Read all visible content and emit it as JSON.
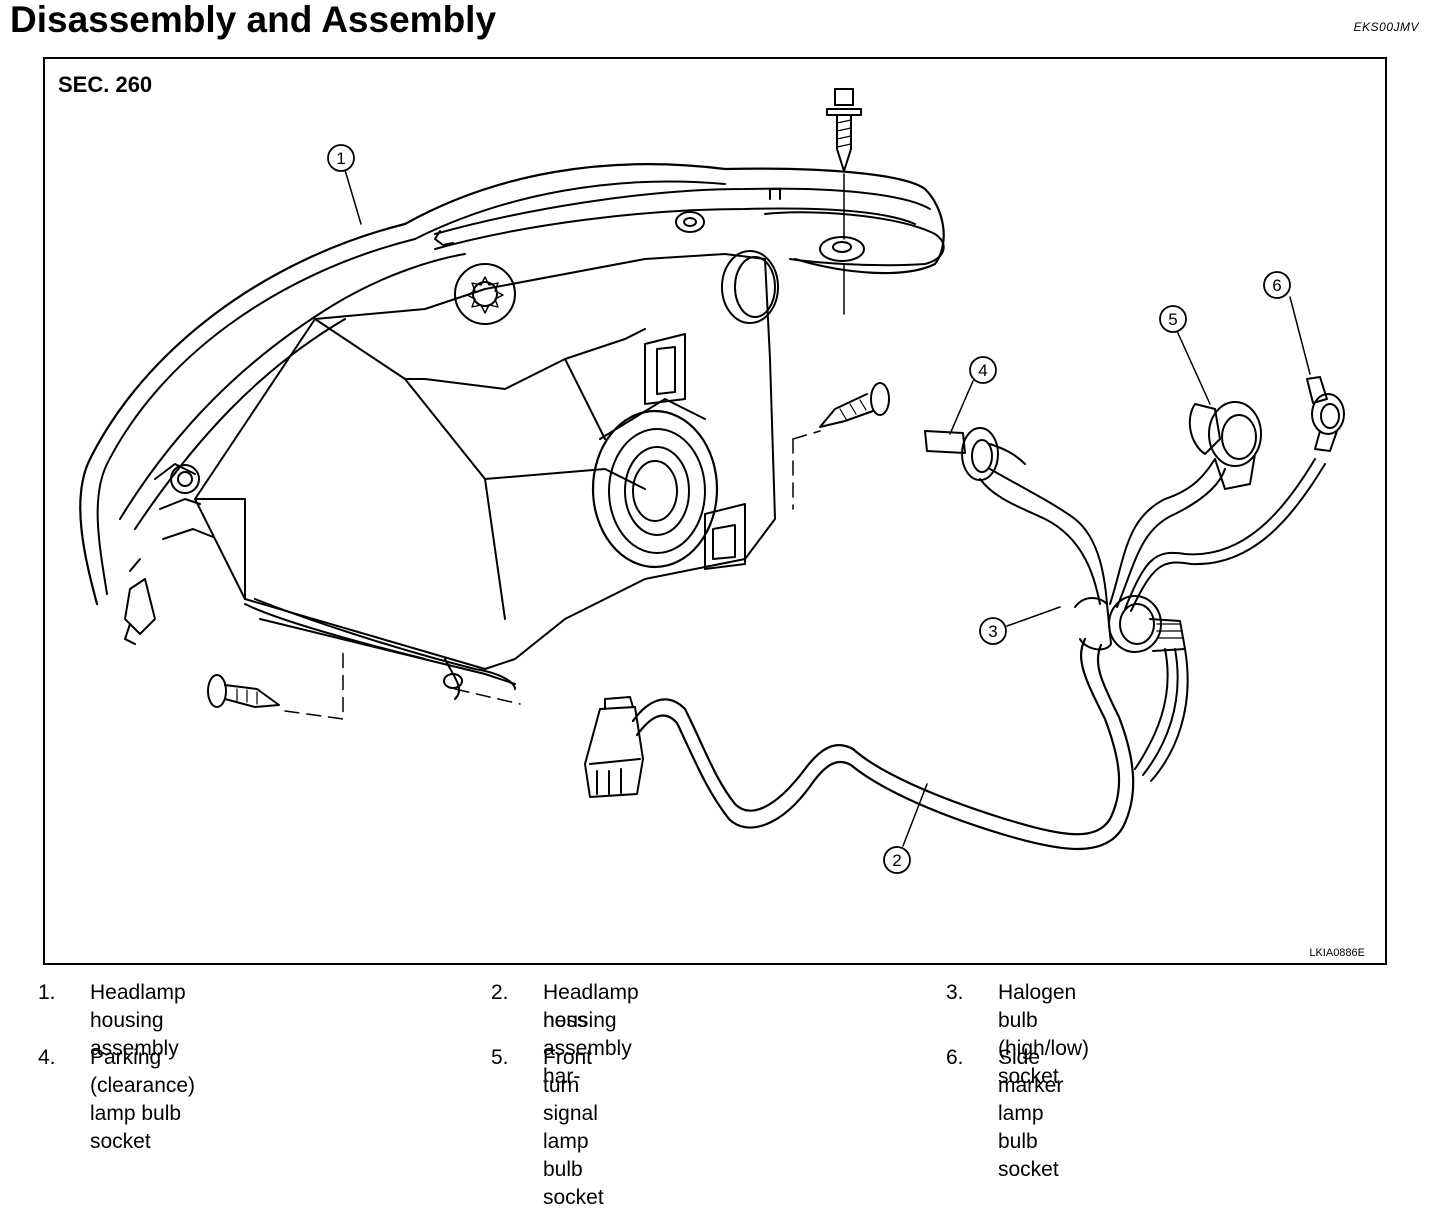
{
  "page_title": "Disassembly and Assembly",
  "ref_code": "EKS00JMV",
  "figure": {
    "section_label": "SEC. 260",
    "figure_code": "LKIA0886E",
    "callouts": [
      "1",
      "2",
      "3",
      "4",
      "5",
      "6"
    ]
  },
  "legend": [
    {
      "num": "1.",
      "text": "Headlamp housing assembly"
    },
    {
      "num": "2.",
      "text": "Headlamp housing assembly har-",
      "text2": "ness"
    },
    {
      "num": "3.",
      "text": "Halogen bulb (high/low) socket"
    },
    {
      "num": "4.",
      "text": "Parking (clearance) lamp bulb socket"
    },
    {
      "num": "5.",
      "text": "Front turn signal lamp bulb socket"
    },
    {
      "num": "6.",
      "text": "Side marker lamp bulb socket"
    }
  ]
}
